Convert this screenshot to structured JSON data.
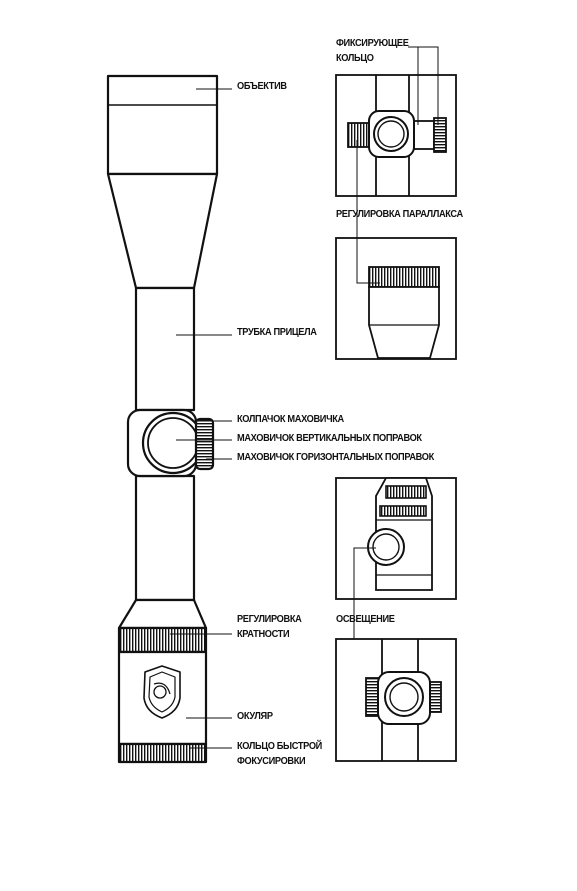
{
  "labels": {
    "objective": "ОБЪЕКТИВ",
    "tube": "ТРУБКА ПРИЦЕЛА",
    "turret_cap": "КОЛПАЧОК МАХОВИЧКА",
    "elevation_knob": "МАХОВИЧОК ВЕРТИКАЛЬНЫХ ПОПРАВОК",
    "windage_knob": "МАХОВИЧОК ГОРИЗОНТАЛЬНЫХ ПОПРАВОК",
    "magnification_line1": "РЕГУЛИРОВКА",
    "magnification_line2": "КРАТНОСТИ",
    "eyepiece": "ОКУЛЯР",
    "focus_ring_line1": "КОЛЬЦО БЫСТРОЙ",
    "focus_ring_line2": "ФОКУСИРОВКИ",
    "locking_ring_line1": "ФИКСИРУЮЩЕЕ",
    "locking_ring_line2": "КОЛЬЦО",
    "parallax": "РЕГУЛИРОВКА ПАРАЛЛАКСА",
    "illumination": "ОСВЕЩЕНИЕ"
  }
}
